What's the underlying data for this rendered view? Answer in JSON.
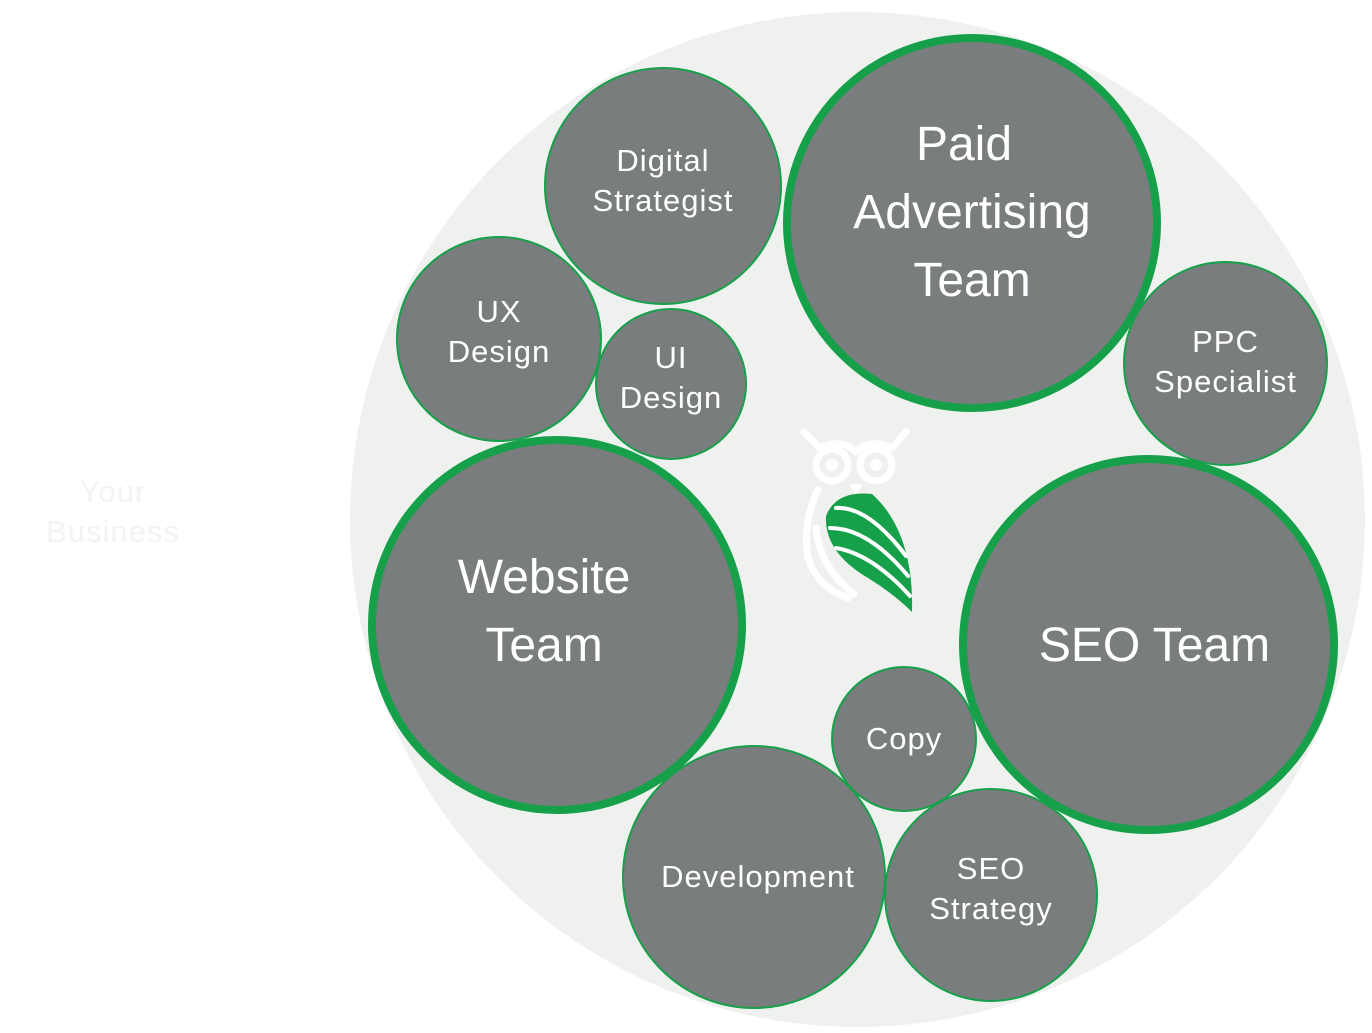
{
  "side_label": {
    "line1": "Your",
    "line2": "Business"
  },
  "colors": {
    "background_circle": "#eff1ef",
    "bubble_fill": "#7a7d7d",
    "accent_green": "#17a04a",
    "owl_white": "#ffffff"
  },
  "logo": {
    "icon": "owl-leaf-logo-icon"
  },
  "teams": {
    "paid_advertising": {
      "line1": "Paid",
      "line2": "Advertising",
      "line3": "Team"
    },
    "website": {
      "line1": "Website",
      "line2": "Team"
    },
    "seo": {
      "line1": "SEO Team"
    }
  },
  "roles": {
    "digital_strategist": {
      "line1": "Digital",
      "line2": "Strategist"
    },
    "ux_design": {
      "line1": "UX",
      "line2": "Design"
    },
    "ui_design": {
      "line1": "UI",
      "line2": "Design"
    },
    "ppc_specialist": {
      "line1": "PPC",
      "line2": "Specialist"
    },
    "copy": {
      "line1": "Copy"
    },
    "development": {
      "line1": "Development"
    },
    "seo_strategy": {
      "line1": "SEO",
      "line2": "Strategy"
    }
  }
}
